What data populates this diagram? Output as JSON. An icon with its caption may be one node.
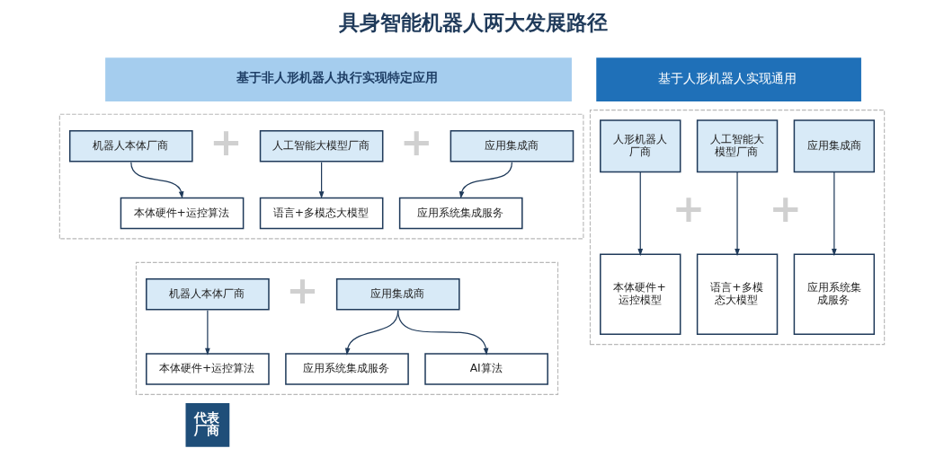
{
  "diagram": {
    "title": "具身智能机器人两大发展路径",
    "nodes": [
      {
        "text": [
          "基于非人形机器人执行实现特定应用"
        ]
      },
      {
        "text": [
          "基于人形机器人实现通用"
        ]
      },
      {
        "text": [],
        "shape": "box"
      },
      {
        "text": [
          "机器人本体厂商"
        ],
        "in": 2
      },
      {
        "text": [
          "本体硬件+运控算法"
        ],
        "in": 2
      },
      {
        "text": [
          "人工智能大模型厂商"
        ],
        "in": 2
      },
      {
        "text": [
          "语言+多模态大模型"
        ],
        "in": 2
      },
      {
        "text": [
          "应用集成商"
        ],
        "in": 2
      },
      {
        "text": [
          "应用系统集成服务"
        ],
        "in": 2
      },
      {
        "text": [],
        "shape": "box"
      },
      {
        "text": [
          "人形机器人厂商"
        ],
        "in": 9
      },
      {
        "text": [
          "本体硬件+运控模型"
        ],
        "in": 9
      },
      {
        "text": [
          "人工智能大模型厂商"
        ],
        "in": 9
      },
      {
        "text": [
          "语言+多模态大模型"
        ],
        "in": 9
      },
      {
        "text": [
          "应用集成商"
        ],
        "in": 9
      },
      {
        "text": [
          "应用系统集成服务"
        ],
        "in": 9
      },
      {
        "text": [],
        "shape": "box"
      },
      {
        "text": [
          "机器人本体厂商"
        ],
        "in": 16
      },
      {
        "text": [
          "本体硬件+运控算法"
        ],
        "in": 16
      },
      {
        "text": [
          "应用集成商"
        ],
        "in": 16
      },
      {
        "text": [
          "应用系统集成服务"
        ],
        "in": 16
      },
      {
        "text": [
          "AI算法"
        ],
        "in": 16
      },
      {
        "text": [
          "代表厂商"
        ]
      }
    ],
    "edges": [
      {
        "from": 3,
        "to": 4,
        "arrow": "to"
      },
      {
        "from": 5,
        "to": 6,
        "arrow": "to"
      },
      {
        "from": 7,
        "to": 8,
        "arrow": "to"
      },
      {
        "from": 10,
        "to": 11,
        "arrow": "to"
      },
      {
        "from": 12,
        "to": 13,
        "arrow": "to"
      },
      {
        "from": 14,
        "to": 15,
        "arrow": "to"
      },
      {
        "from": 17,
        "to": 18,
        "arrow": "to"
      },
      {
        "from": 19,
        "to": 20,
        "arrow": "to"
      },
      {
        "from": 19,
        "to": 21,
        "arrow": "to"
      }
    ],
    "labels": [
      "+",
      "+",
      "+",
      "+",
      "+"
    ]
  }
}
